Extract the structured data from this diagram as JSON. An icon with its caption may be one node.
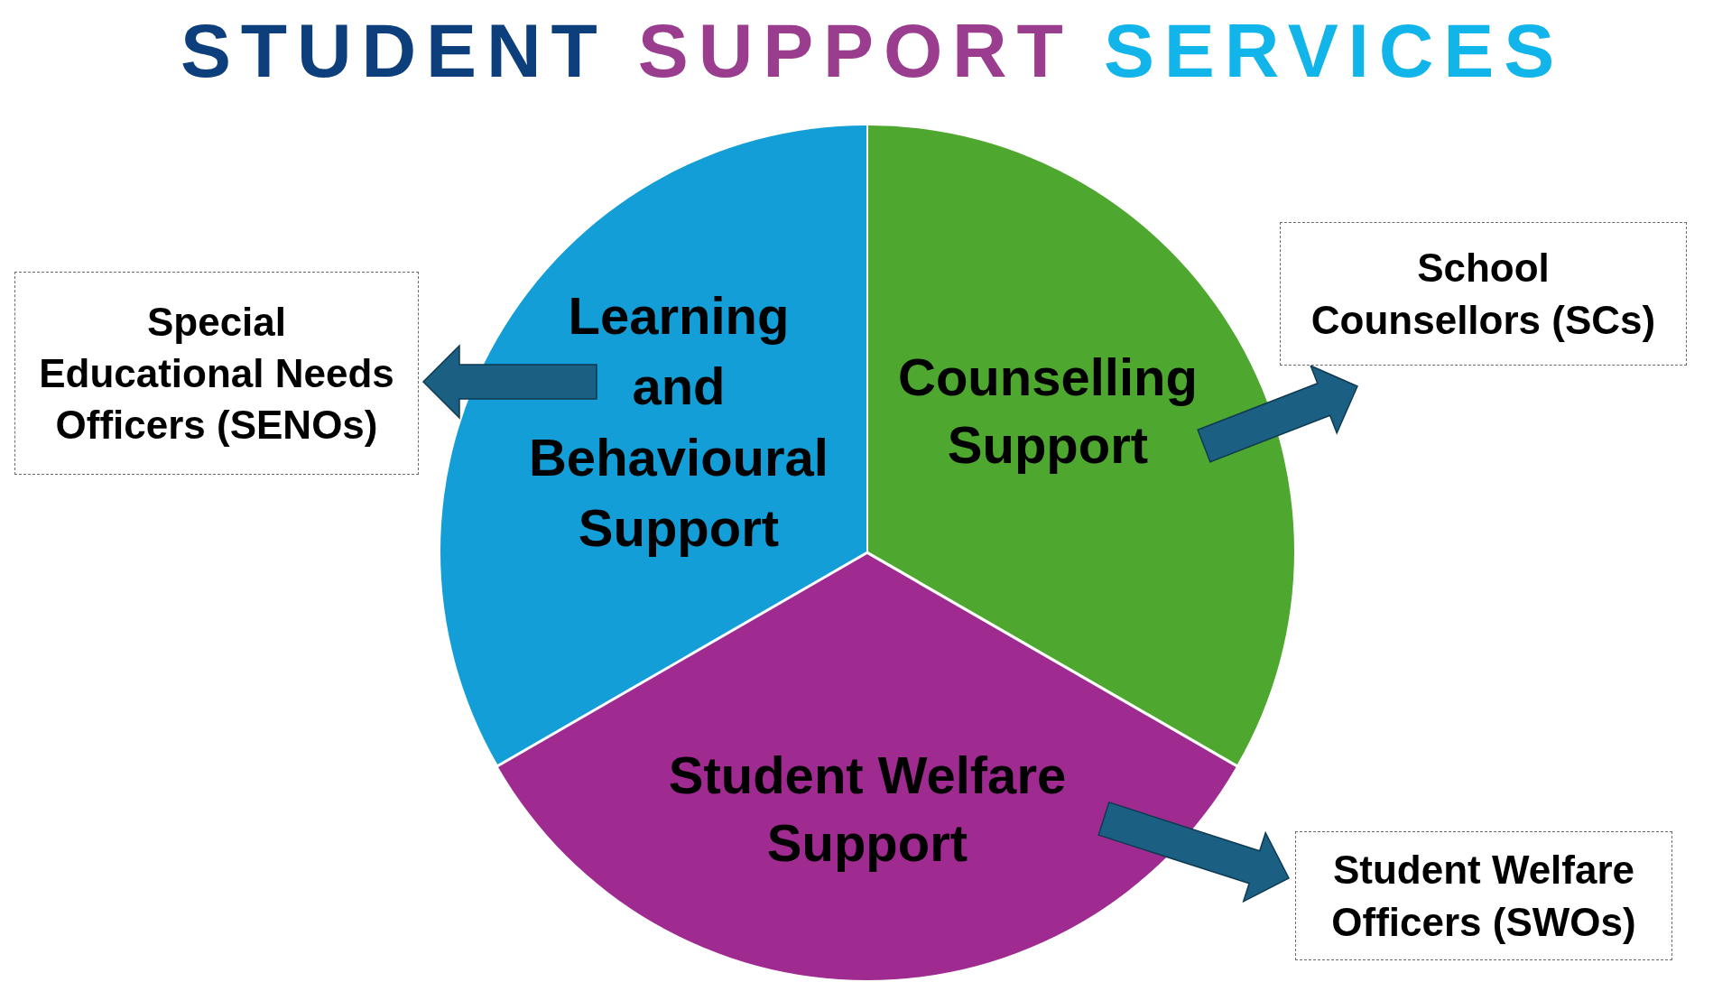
{
  "diagram": {
    "title": "STUDENT SUPPORT SERVICES",
    "nodes": [
      {
        "text": [
          "Learning and Behavioural Support"
        ]
      },
      {
        "text": [
          "Counselling Support"
        ]
      },
      {
        "text": [
          "Student Welfare Support"
        ]
      },
      {
        "text": [
          "Special Educational Needs Officers (SENOs)"
        ]
      },
      {
        "text": [
          "School Counsellors (SCs)"
        ]
      },
      {
        "text": [
          "Student Welfare Officers (SWOs)"
        ]
      }
    ],
    "edges": [
      {
        "from": 0,
        "to": 3,
        "arrow": "to"
      },
      {
        "from": 1,
        "to": 4,
        "arrow": "to"
      },
      {
        "from": 2,
        "to": 5,
        "arrow": "to"
      }
    ]
  }
}
